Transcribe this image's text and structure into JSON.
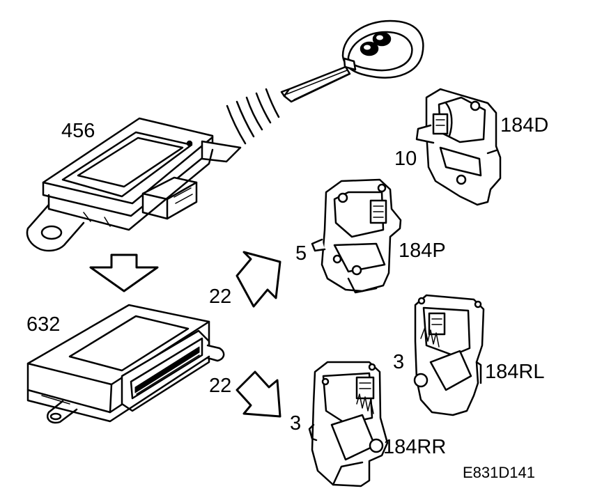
{
  "labels": {
    "rf_receiver": "456",
    "control_module": "632",
    "door_lock_driver": "184D",
    "door_lock_passenger": "184P",
    "door_lock_rear_left": "184RL",
    "door_lock_rear_right": "184RR",
    "conn_driver": "10",
    "conn_passenger": "5",
    "conn_rear_left": "3",
    "conn_rear_right": "3",
    "wire_upper": "22",
    "wire_lower": "22",
    "figure_id": "E831D141"
  },
  "colors": {
    "ink": "#000000",
    "paper": "#ffffff",
    "shade": "#d8d8d8"
  },
  "icons": [
    "key-fob-icon",
    "radio-waves-icon",
    "down-arrow-icon",
    "diagonal-arrow-icon"
  ]
}
